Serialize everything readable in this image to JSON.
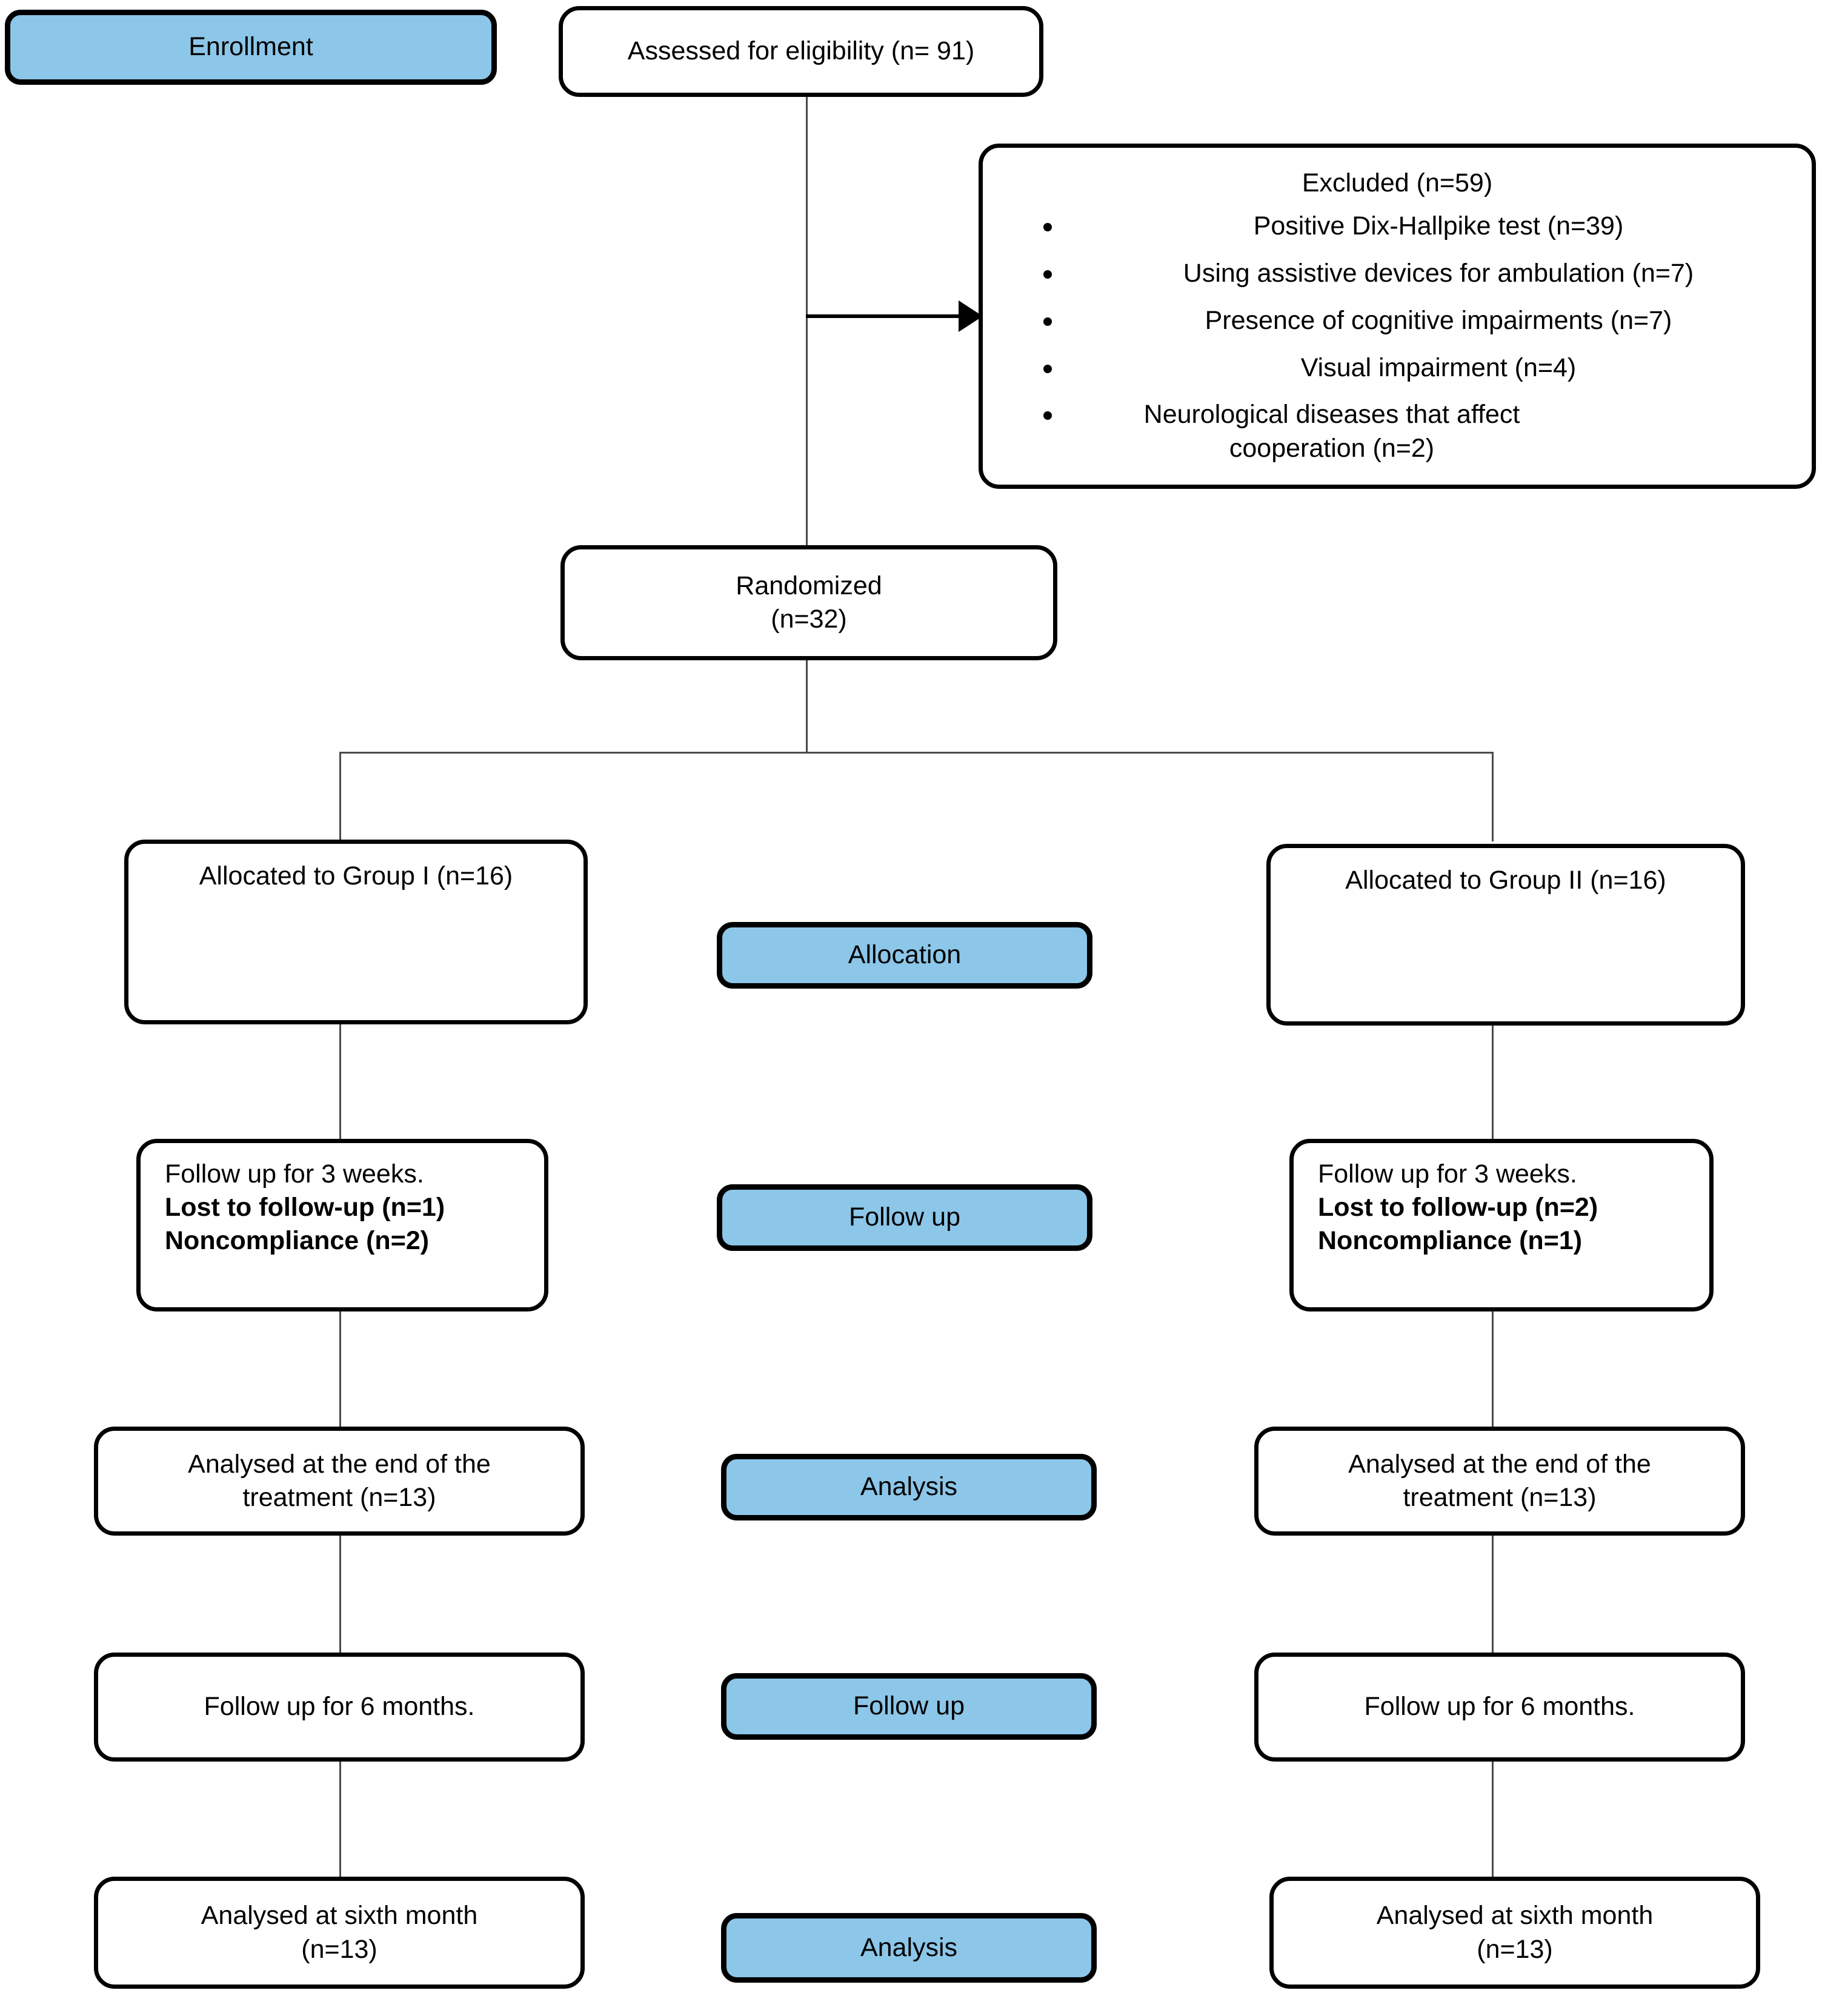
{
  "diagram": {
    "type": "CONSORT participant flow diagram",
    "accent_color": "#8cc6e8",
    "line_color": "#000000"
  },
  "stage_labels": {
    "enrollment": "Enrollment",
    "allocation": "Allocation",
    "follow_up_1": "Follow up",
    "analysis_1": "Analysis",
    "follow_up_2": "Follow up",
    "analysis_2": "Analysis"
  },
  "enrollment": {
    "assessed": "Assessed for eligibility (n= 91)",
    "excluded_title": "Excluded (n=59)",
    "excluded_reasons": [
      "Positive Dix-Hallpike test (n=39)",
      "Using assistive devices for ambulation (n=7)",
      "Presence of cognitive impairments (n=7)",
      "Visual impairment (n=4)",
      "Neurological diseases that affect cooperation (n=2)"
    ],
    "randomized_line1": "Randomized",
    "randomized_line2": "(n=32)"
  },
  "group_i": {
    "allocation": "Allocated to Group I (n=16)",
    "follow_up_line1": "Follow up for 3 weeks.",
    "follow_up_line2": "Lost to follow-up (n=1)",
    "follow_up_line3": "Noncompliance (n=2)",
    "analysis_line1": "Analysed at the end of the",
    "analysis_line2": "treatment (n=13)",
    "follow_up_6m": "Follow up for 6 months.",
    "analysis_6m_line1": "Analysed at sixth month",
    "analysis_6m_line2": "(n=13)"
  },
  "group_ii": {
    "allocation": "Allocated to Group II (n=16)",
    "follow_up_line1": "Follow up for 3 weeks.",
    "follow_up_line2": "Lost to follow-up (n=2)",
    "follow_up_line3": "Noncompliance (n=1)",
    "analysis_line1": "Analysed at the end of the",
    "analysis_line2": "treatment (n=13)",
    "follow_up_6m": "Follow up for 6 months.",
    "analysis_6m_line1": "Analysed at sixth month",
    "analysis_6m_line2": "(n=13)"
  }
}
